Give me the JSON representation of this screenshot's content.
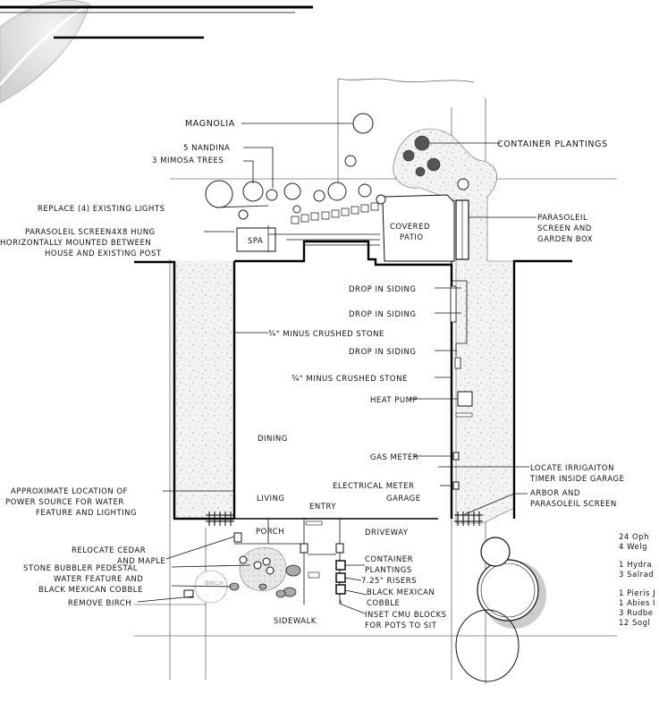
{
  "labels": {
    "magnolia": "MAGNOLIA",
    "nandina": "5 NANDINA",
    "mimosa": "3 MIMOSA TREES",
    "container_top": "CONTAINER PLANTINGS",
    "replace_lights": "REPLACE (4) EXISTING LIGHTS",
    "parasoleil_screen_left_1": "PARASOLEIL SCREEN4X8 HUNG",
    "parasoleil_screen_left_2": "HORIZONTALLY MOUNTED BETWEEN",
    "parasoleil_screen_left_3": "HOUSE AND EXISTING POST",
    "spa": "SPA",
    "covered_patio_1": "COVERED",
    "covered_patio_2": "PATIO",
    "parasoleil_right_1": "PARASOLEIL",
    "parasoleil_right_2": "SCREEN AND",
    "parasoleil_right_3": "GARDEN BOX",
    "drop_siding_1": "DROP IN SIDING",
    "drop_siding_2": "DROP IN SIDING",
    "drop_siding_3": "DROP IN SIDING",
    "crushed_stone_1": "¾\" MINUS CRUSHED STONE",
    "crushed_stone_2": "¾\" MINUS CRUSHED STONE",
    "heat_pump": "HEAT PUMP",
    "dining": "DINING",
    "gas_meter": "GAS METER",
    "irrigation_1": "LOCATE IRRIGAITON",
    "irrigation_2": "TIMER INSIDE GARAGE",
    "electrical_meter": "ELECTRICAL METER",
    "arbor_1": "ARBOR AND",
    "arbor_2": "PARASOLEIL SCREEN",
    "power_1": "APPROXIMATE LOCATION OF",
    "power_2": "POWER SOURCE FOR WATER",
    "power_3": "FEATURE AND LIGHTING",
    "living": "LIVING",
    "entry": "ENTRY",
    "garage": "GARAGE",
    "porch": "PORCH",
    "driveway": "DRIVEWAY",
    "relocate_1": "RELOCATE CEDAR",
    "relocate_2": "AND MAPLE",
    "bubbler_1": "STONE BUBBLER PEDESTAL",
    "bubbler_2": "WATER FEATURE AND",
    "bubbler_3": "BLACK MEXICAN COBBLE",
    "remove_birch": "REMOVE BIRCH",
    "birch": "BIRCH",
    "container_bottom_1": "CONTAINER",
    "container_bottom_2": "PLANTINGS",
    "risers": "7.25\" RISERS",
    "cobble_1": "BLACK MEXICAN",
    "cobble_2": "COBBLE",
    "inset_1": "INSET CMU BLOCKS",
    "inset_2": "FOR POTS TO SIT",
    "sidewalk": "SIDEWALK"
  },
  "legend_partial": [
    "24 Oph",
    "4 Welg",
    "1 Hydra",
    "3 Salrad",
    "1 Pieris J",
    "1 Abies I",
    "3 Rudbe",
    "12 Sogl"
  ]
}
